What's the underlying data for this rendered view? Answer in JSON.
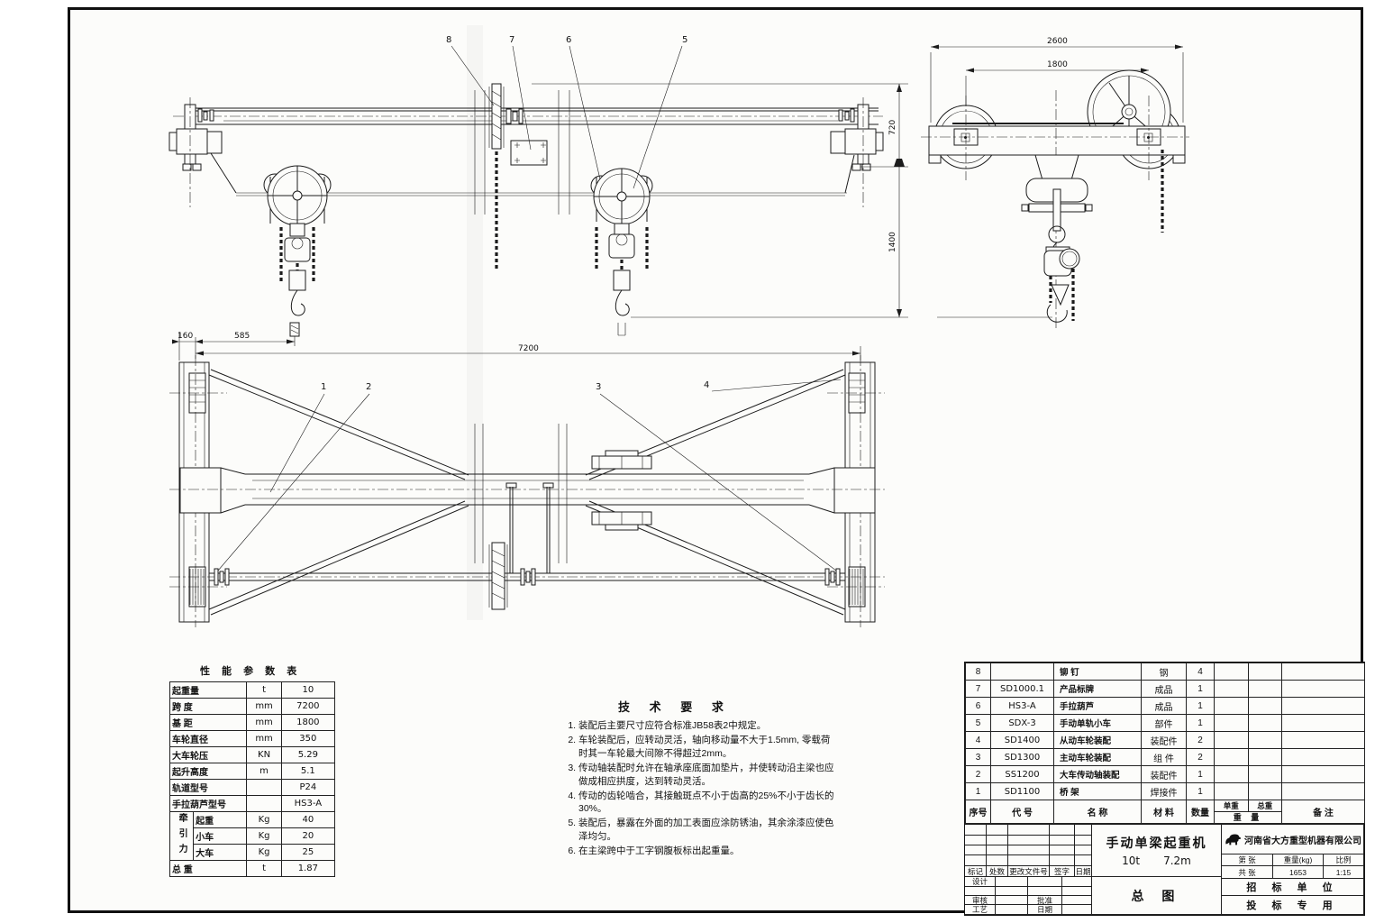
{
  "views": {
    "front": {
      "callouts": {
        "c8": "8",
        "c7": "7",
        "c6": "6",
        "c5": "5"
      },
      "dims": {
        "v720": "720",
        "v1400": "1400"
      }
    },
    "end": {
      "dims": {
        "w2600": "2600",
        "w1800": "1800"
      }
    },
    "plan": {
      "callouts": {
        "c1": "1",
        "c2": "2",
        "c3": "3",
        "c4": "4"
      },
      "dims": {
        "d160": "160",
        "d585": "585",
        "d7200": "7200"
      }
    }
  },
  "perf": {
    "title": "性 能 参 数 表",
    "rows": [
      {
        "name": "起重量",
        "unit": "t",
        "value": "10"
      },
      {
        "name": "跨  度",
        "unit": "mm",
        "value": "7200"
      },
      {
        "name": "基  距",
        "unit": "mm",
        "value": "1800"
      },
      {
        "name": "车轮直径",
        "unit": "mm",
        "value": "350"
      },
      {
        "name": "大车轮压",
        "unit": "KN",
        "value": "5.29"
      },
      {
        "name": "起升高度",
        "unit": "m",
        "value": "5.1"
      },
      {
        "name": "轨道型号",
        "unit": "",
        "value": "P24"
      },
      {
        "name": "手拉葫芦型号",
        "unit": "",
        "value": "HS3-A"
      }
    ],
    "traction": {
      "label": "牵引力",
      "rows": [
        {
          "name": "起重",
          "unit": "Kg",
          "value": "40"
        },
        {
          "name": "小车",
          "unit": "Kg",
          "value": "20"
        },
        {
          "name": "大车",
          "unit": "Kg",
          "value": "25"
        }
      ]
    },
    "total": {
      "name": "总  重",
      "unit": "t",
      "value": "1.87"
    }
  },
  "tech": {
    "title": "技 术 要 求",
    "items": [
      "装配后主要尺寸应符合标准JB58表2中规定。",
      "车轮装配后，应转动灵活，轴向移动量不大于1.5mm, 零载荷时其一车轮最大间隙不得超过2mm。",
      "传动轴装配时允许在轴承座底面加垫片，并使转动沿主梁也应做成相应拱度，达到转动灵活。",
      "传动的齿轮啮合，其接触斑点不小于齿高的25%不小于齿长的30%。",
      "装配后，暴露在外面的加工表面应涂防锈油，其余涂漆应使色泽均匀。",
      "在主梁跨中于工字钢腹板标出起重量。"
    ]
  },
  "bom": {
    "headers": {
      "seq": "序号",
      "code": "代  号",
      "name": "名  称",
      "material": "材 料",
      "qty": "数量",
      "unit_w": "单重",
      "total_w": "总重",
      "weight": "重 量",
      "remark": "备  注"
    },
    "rows": [
      {
        "seq": "8",
        "code": "",
        "name": "铆  钉",
        "material": "钢",
        "qty": "4"
      },
      {
        "seq": "7",
        "code": "SD1000.1",
        "name": "产品标牌",
        "material": "成品",
        "qty": "1"
      },
      {
        "seq": "6",
        "code": "HS3-A",
        "name": "手拉葫芦",
        "material": "成品",
        "qty": "1"
      },
      {
        "seq": "5",
        "code": "SDX-3",
        "name": "手动单轨小车",
        "material": "部件",
        "qty": "1"
      },
      {
        "seq": "4",
        "code": "SD1400",
        "name": "从动车轮装配",
        "material": "装配件",
        "qty": "2"
      },
      {
        "seq": "3",
        "code": "SD1300",
        "name": "主动车轮装配",
        "material": "组  件",
        "qty": "2"
      },
      {
        "seq": "2",
        "code": "SS1200",
        "name": "大车传动轴装配",
        "material": "装配件",
        "qty": "1"
      },
      {
        "seq": "1",
        "code": "SD1100",
        "name": "桥  架",
        "material": "焊接件",
        "qty": "1"
      }
    ]
  },
  "titleblock": {
    "product": "手动单梁起重机",
    "capacity": "10t",
    "span": "7.2m",
    "sheet_name": "总 图",
    "company": "河南省大方重型机器有限公司",
    "rev_headers": {
      "mark": "标记",
      "count": "处数",
      "doc": "更改文件号",
      "sign": "签字",
      "date": "日期"
    },
    "sig": {
      "design": "设计",
      "check": "审核",
      "process": "工艺",
      "approve": "批准",
      "date": "日期"
    },
    "info": {
      "sheet_no": "第  张",
      "sheet_total": "共  张",
      "weight_label": "重量(kg)",
      "weight": "1653",
      "scale_label": "比例",
      "scale": "1:15"
    },
    "tender_unit": "招 标 单 位",
    "tender_use": "投 标 专 用"
  }
}
